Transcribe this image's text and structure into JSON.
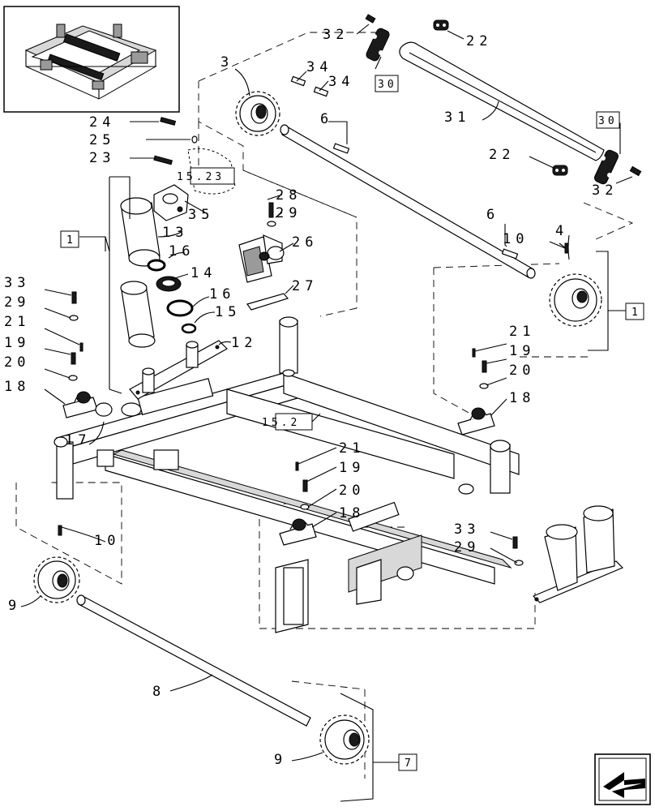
{
  "labels": {
    "l_1_top": "1",
    "l_1_right": "1",
    "l_3": "3",
    "l_4": "4",
    "l_6a": "6",
    "l_6b": "6",
    "l_7": "7",
    "l_8": "8",
    "l_9a": "9",
    "l_9b": "9",
    "l_10a": "10",
    "l_10b": "10",
    "l_12": "12",
    "l_13": "13",
    "l_14": "14",
    "l_15": "15",
    "l_16a": "16",
    "l_16b": "16",
    "l_17": "17",
    "l_18a": "18",
    "l_18b": "18",
    "l_18c": "18",
    "l_19a": "19",
    "l_19b": "19",
    "l_19c": "19",
    "l_20a": "20",
    "l_20b": "20",
    "l_20c": "20",
    "l_21a": "21",
    "l_21b": "21",
    "l_21c": "21",
    "l_22a": "22",
    "l_22b": "22",
    "l_23": "23",
    "l_24": "24",
    "l_25": "25",
    "l_26": "26",
    "l_27": "27",
    "l_28": "28",
    "l_29a": "29",
    "l_29b": "29",
    "l_29c": "29",
    "l_30a": "30",
    "l_30b": "30",
    "l_31": "31",
    "l_32a": "32",
    "l_32b": "32",
    "l_33a": "33",
    "l_33b": "33",
    "l_34a": "34",
    "l_34b": "34",
    "l_35": "35",
    "ref_15_23": "15.23",
    "ref_15_2": "15.2"
  },
  "icons": {
    "thumbnail": "machine-overview-thumbnail",
    "nav": "next-page-arrow-icon"
  },
  "colors": {
    "ink": "#000000",
    "paper": "#ffffff"
  }
}
